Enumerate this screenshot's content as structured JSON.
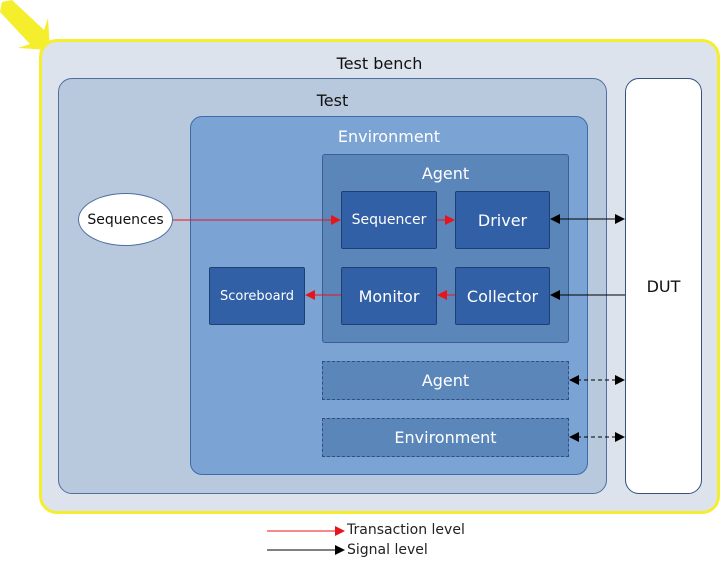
{
  "diagram": {
    "test_bench": "Test bench",
    "test": "Test",
    "environment": "Environment",
    "agent": "Agent",
    "sequences": "Sequences",
    "sequencer": "Sequencer",
    "driver": "Driver",
    "monitor": "Monitor",
    "collector": "Collector",
    "scoreboard": "Scoreboard",
    "agent_other": "Agent",
    "environment_other": "Environment",
    "dut": "DUT"
  },
  "legend": {
    "transaction": "Transaction level",
    "signal": "Signal level"
  },
  "colors": {
    "transaction_arrow": "#e8141b",
    "signal_arrow": "#000000",
    "bench_border": "#f4ee2c",
    "pointer_arrow": "#f4ee2c"
  }
}
